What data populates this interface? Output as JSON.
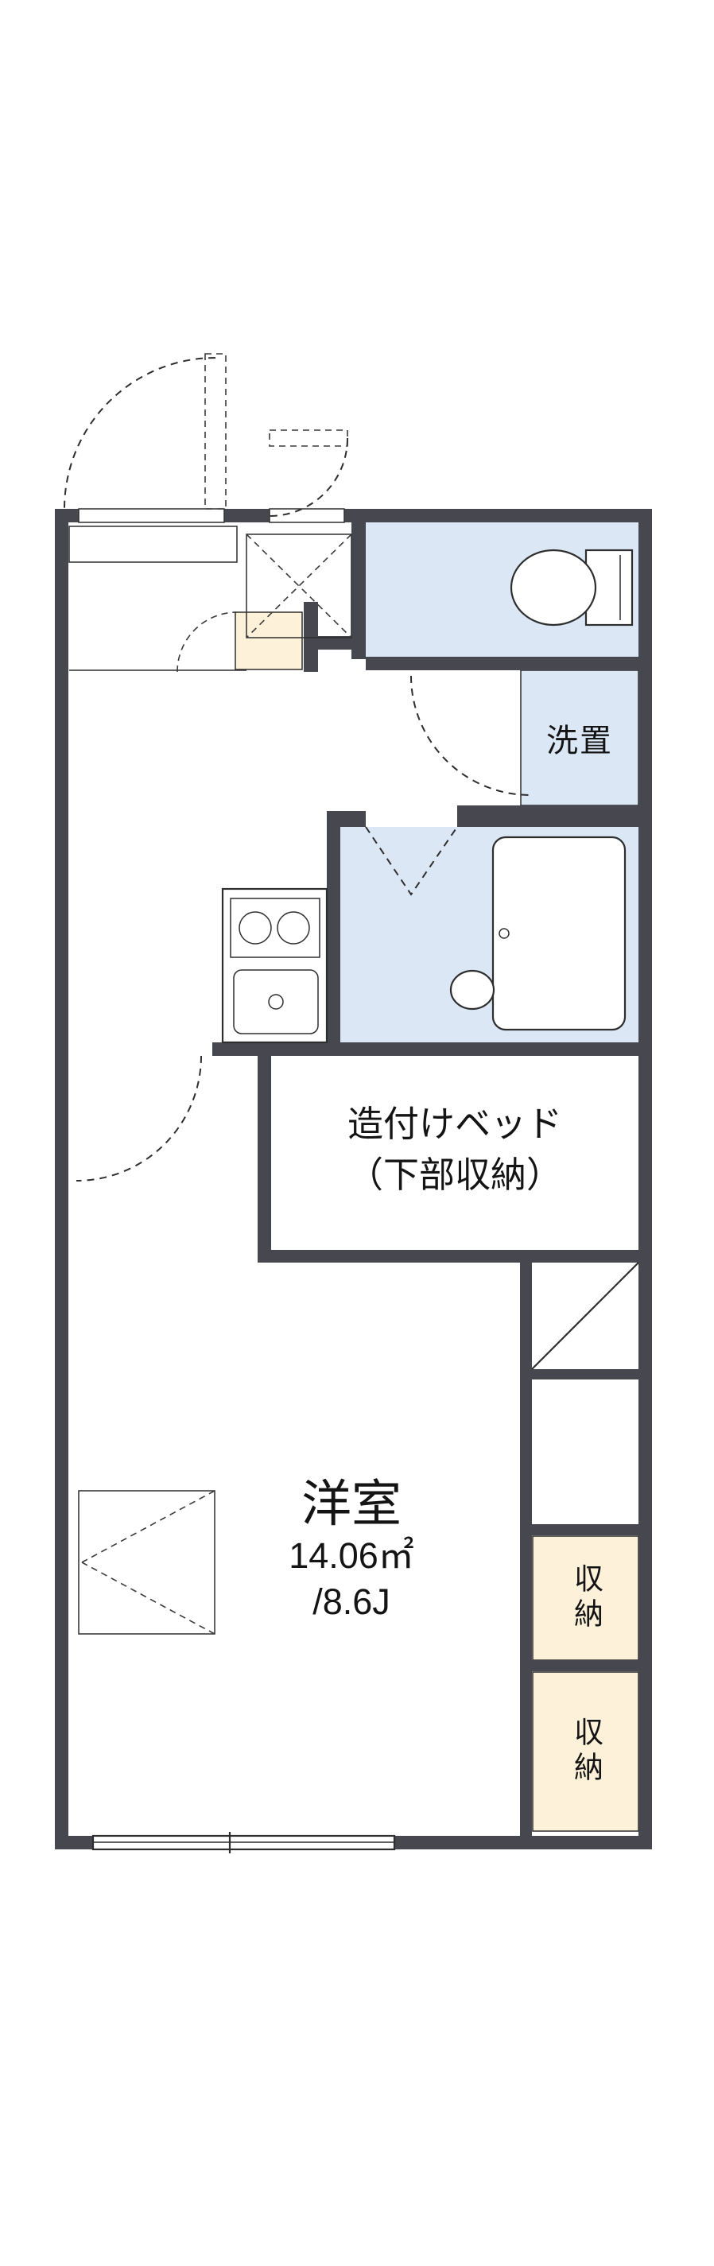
{
  "floorplan": {
    "title": "apartment-floor-plan",
    "labels": {
      "laundry": "洗置",
      "bed_line1": "造付けベッド",
      "bed_line2": "（下部収納）",
      "room_name": "洋室",
      "room_area": "14.06㎡",
      "room_tatami": "/8.6J",
      "closet_upper": "収納",
      "closet_lower": "収納"
    },
    "colors": {
      "wall": "#47474f",
      "wet": "#dbe7f5",
      "storage": "#fdf2d9",
      "line": "#2e2e2e",
      "background": "#ffffff"
    },
    "icons": {
      "toilet-icon": "toilet tank and bowl shape",
      "bathtub-icon": "rounded rectangle tub",
      "washbasin-icon": "round basin in bathroom",
      "stove-burners-icon": "two burner circles",
      "kitchen-sink-icon": "rounded sink with drain",
      "door-swing-arc-icon": "dashed quarter-circle door swings",
      "window-icon": "double-line window in wall",
      "overhead-cabinet-icon": "dashed X rectangle",
      "diagonal-space-icon": "rectangle with diagonal line",
      "folding-marker-icon": "rectangle with dashed V lines"
    }
  }
}
